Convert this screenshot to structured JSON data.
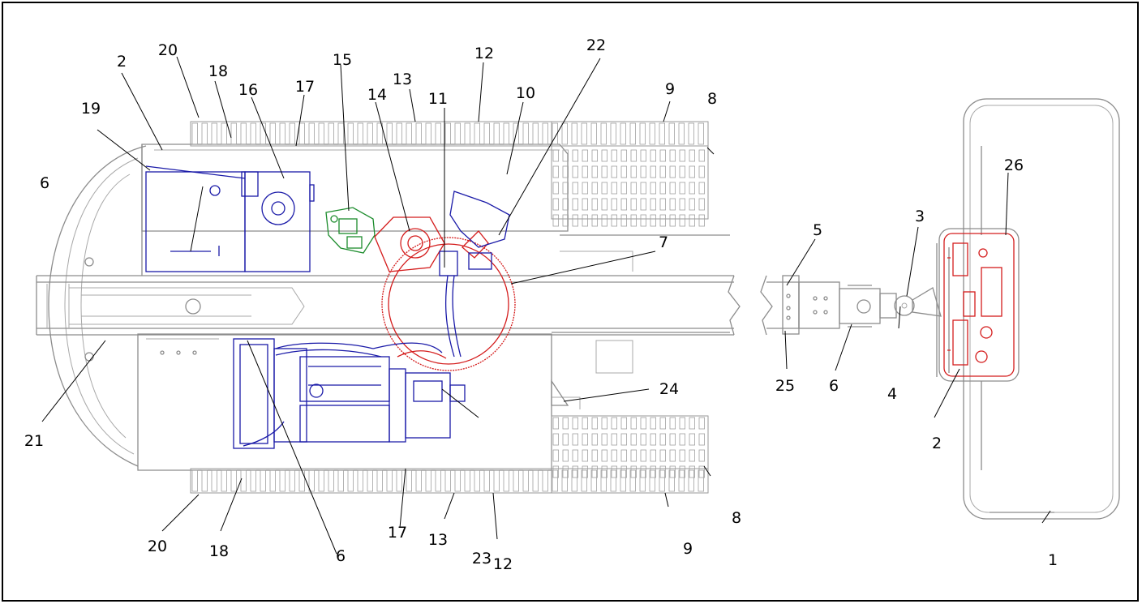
{
  "diagram": {
    "colors": {
      "outline": "#8c8c8c",
      "engine": "#1a1aa8",
      "slew": "#d41c1c",
      "valve": "#1c8c2c",
      "callout": "#000000"
    },
    "callouts": [
      {
        "id": "c1",
        "label": "1"
      },
      {
        "id": "c2a",
        "label": "2"
      },
      {
        "id": "c2b",
        "label": "2"
      },
      {
        "id": "c3",
        "label": "3"
      },
      {
        "id": "c4",
        "label": "4"
      },
      {
        "id": "c5",
        "label": "5"
      },
      {
        "id": "c6a",
        "label": "6"
      },
      {
        "id": "c6b",
        "label": "6"
      },
      {
        "id": "c6c",
        "label": "6"
      },
      {
        "id": "c7",
        "label": "7"
      },
      {
        "id": "c8a",
        "label": "8"
      },
      {
        "id": "c8b",
        "label": "8"
      },
      {
        "id": "c9a",
        "label": "9"
      },
      {
        "id": "c9b",
        "label": "9"
      },
      {
        "id": "c10",
        "label": "10"
      },
      {
        "id": "c11",
        "label": "11"
      },
      {
        "id": "c12a",
        "label": "12"
      },
      {
        "id": "c12b",
        "label": "12"
      },
      {
        "id": "c13a",
        "label": "13"
      },
      {
        "id": "c13b",
        "label": "13"
      },
      {
        "id": "c14",
        "label": "14"
      },
      {
        "id": "c15",
        "label": "15"
      },
      {
        "id": "c16",
        "label": "16"
      },
      {
        "id": "c17a",
        "label": "17"
      },
      {
        "id": "c17b",
        "label": "17"
      },
      {
        "id": "c18a",
        "label": "18"
      },
      {
        "id": "c18b",
        "label": "18"
      },
      {
        "id": "c19",
        "label": "19"
      },
      {
        "id": "c20a",
        "label": "20"
      },
      {
        "id": "c20b",
        "label": "20"
      },
      {
        "id": "c21",
        "label": "21"
      },
      {
        "id": "c22",
        "label": "22"
      },
      {
        "id": "c23",
        "label": "23"
      },
      {
        "id": "c24",
        "label": "24"
      },
      {
        "id": "c25",
        "label": "25"
      },
      {
        "id": "c26",
        "label": "26"
      }
    ]
  }
}
